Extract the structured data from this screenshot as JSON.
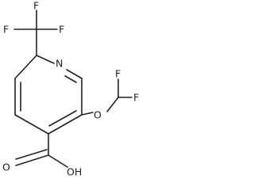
{
  "molecule": {
    "atoms": {
      "cf3_f_left": "F",
      "cf3_f_top": "F",
      "cf3_f_right": "F",
      "ring_n": "N",
      "ether_o": "O",
      "chf2_f_top": "F",
      "chf2_f_right": "F",
      "carbonyl_o": "O",
      "hydroxyl": "OH"
    }
  }
}
